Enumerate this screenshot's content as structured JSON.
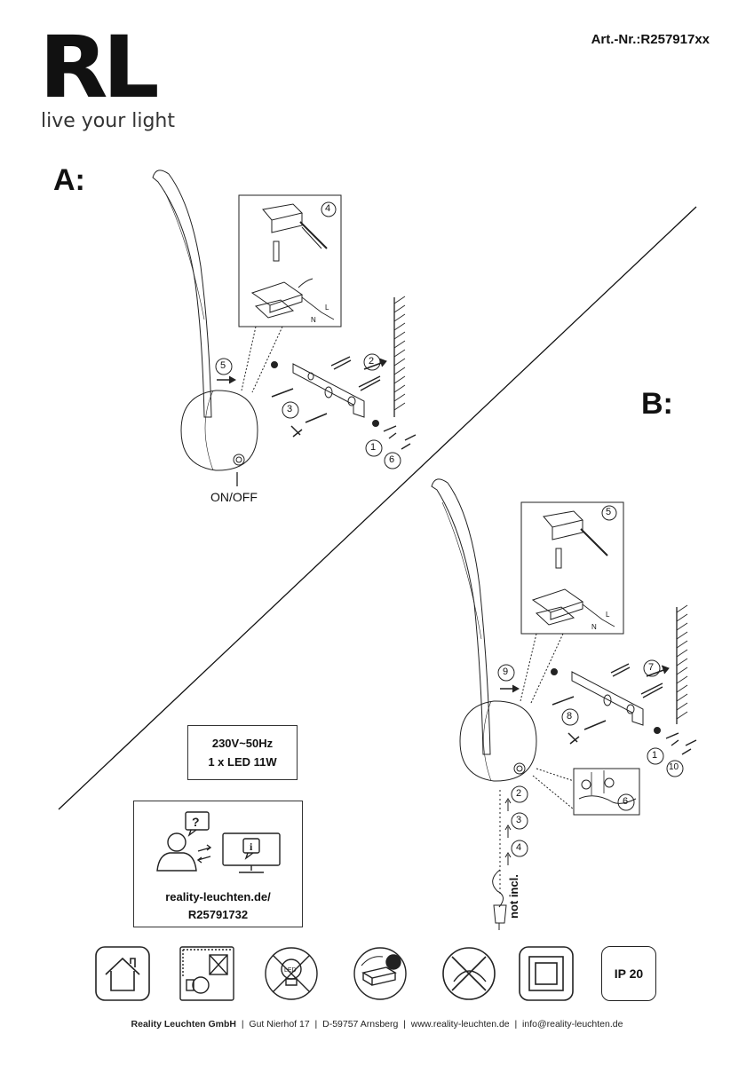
{
  "brand": {
    "logo": "RL",
    "tagline": "live your light"
  },
  "article_number": "Art.-Nr.:R257917xx",
  "sections": {
    "a": "A:",
    "b": "B:"
  },
  "onoff_label": "ON/OFF",
  "step_numbers_a": {
    "n1": "1",
    "n2": "2",
    "n3": "3",
    "n4": "4",
    "n5": "5",
    "n6": "6"
  },
  "step_numbers_b": {
    "n1": "1",
    "n2": "2",
    "n3": "3",
    "n4": "4",
    "n5": "5",
    "n6": "6",
    "n7": "7",
    "n8": "8",
    "n9": "9",
    "n10": "10"
  },
  "wire_labels": {
    "l": "L",
    "n": "N"
  },
  "specs": {
    "voltage": "230V~50Hz",
    "lamp": "1 x LED 11W"
  },
  "info": {
    "url_line1": "reality-leuchten.de/",
    "url_line2": "R25791732"
  },
  "not_included": "not incl.",
  "ip_rating": "IP 20",
  "footer": {
    "company": "Reality Leuchten GmbH",
    "address": "Gut Nierhof 17",
    "city": "D-59757 Arnsberg",
    "web": "www.reality-leuchten.de",
    "email": "info@reality-leuchten.de"
  },
  "symbols": [
    "indoor-use-icon",
    "mounting-surface-icon",
    "led-not-replaceable-icon",
    "driver-icon",
    "no-cover-icon",
    "protection-class-icon"
  ]
}
